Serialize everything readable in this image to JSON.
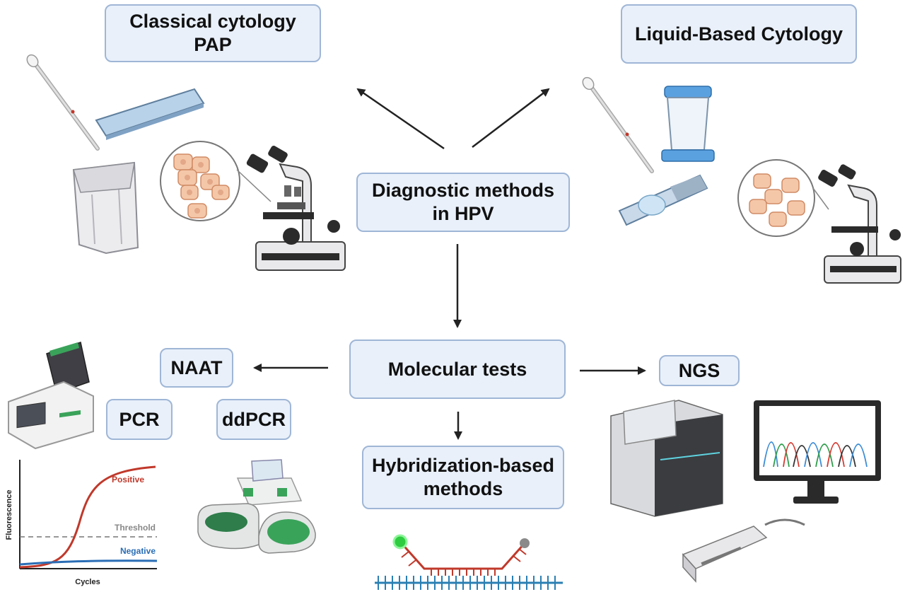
{
  "boxes": {
    "classical": {
      "line1": "Classical cytology",
      "line2": "PAP"
    },
    "lbc": {
      "label": "Liquid-Based Cytology"
    },
    "diagnostic": {
      "line1": "Diagnostic methods",
      "line2": "in HPV"
    },
    "molecular": {
      "label": "Molecular tests"
    },
    "naat": {
      "label": "NAAT"
    },
    "pcr": {
      "label": "PCR"
    },
    "ddpcr": {
      "label": "ddPCR"
    },
    "hybridization": {
      "line1": "Hybridization-based",
      "line2": "methods"
    },
    "ngs": {
      "label": "NGS"
    }
  },
  "pcr_plot": {
    "ylabel": "Fluorescence",
    "xlabel": "Cycles",
    "positive": "Positive",
    "threshold": "Threshold",
    "negative": "Negative"
  },
  "colors": {
    "box_fill": "#e9f0fa",
    "box_border": "#9fb6d6",
    "positive_curve": "#c0392b",
    "negative_curve": "#2a6db5",
    "instrument_green": "#3aa35a",
    "probe_green": "#2ecc40"
  }
}
